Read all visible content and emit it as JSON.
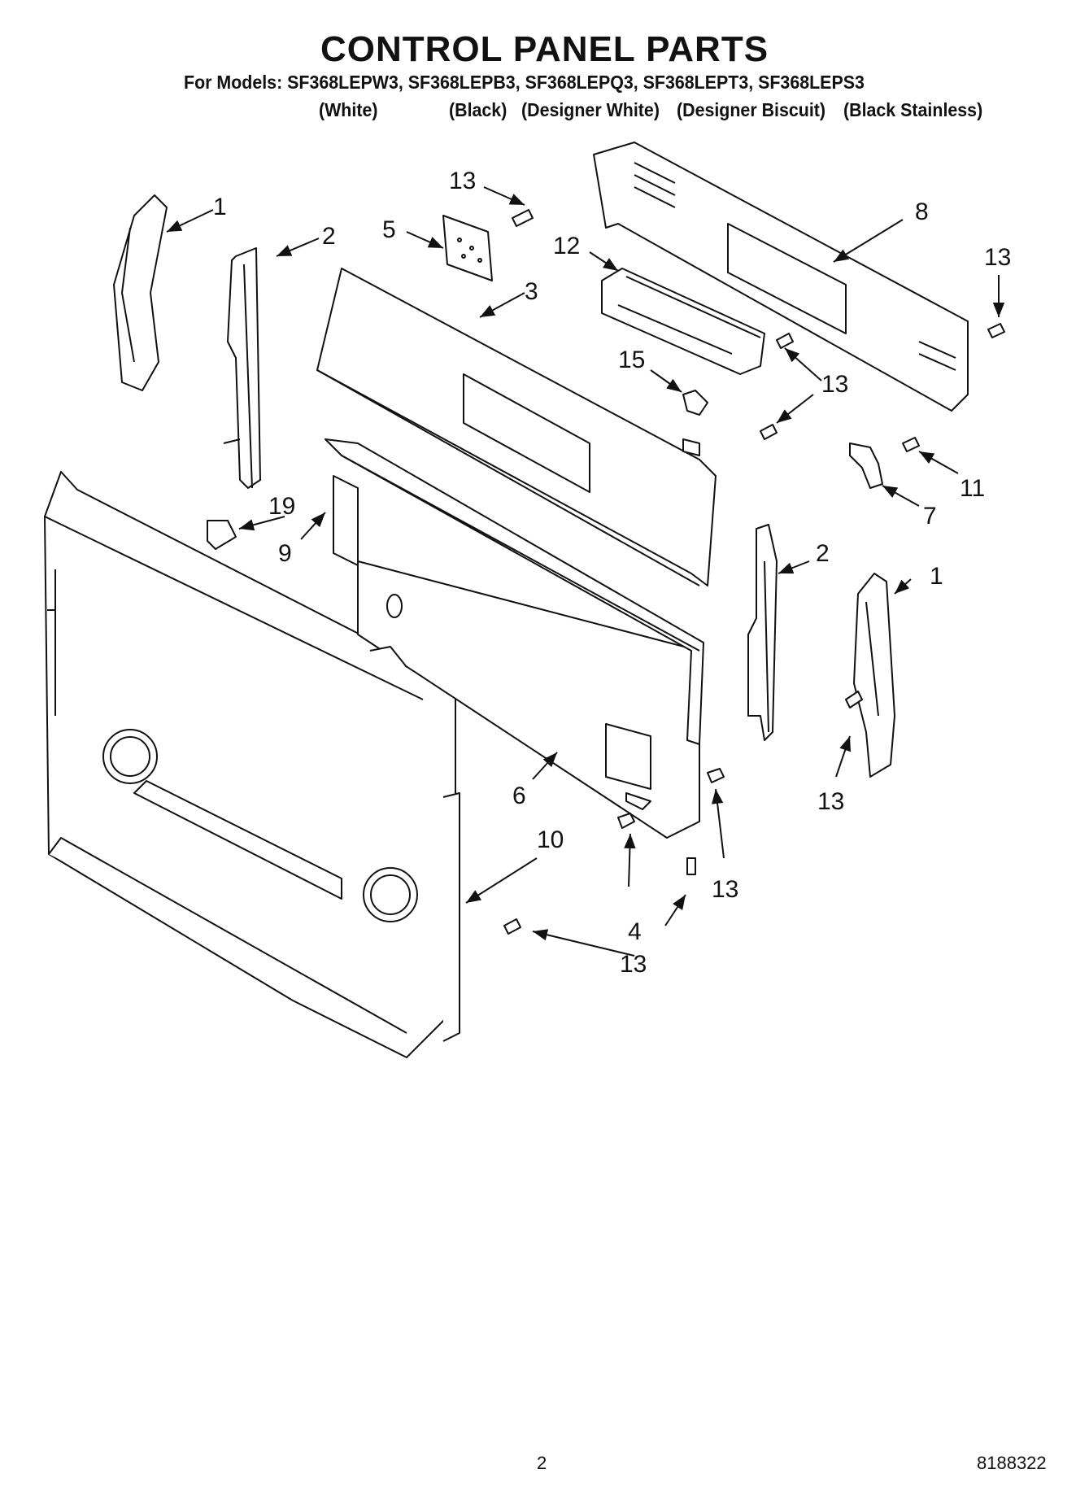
{
  "header": {
    "title": "CONTROL PANEL PARTS",
    "models_line": "For Models: SF368LEPW3, SF368LEPB3, SF368LEPQ3, SF368LEPT3, SF368LEPS3",
    "colors": [
      "(White)",
      "(Black)",
      "(Designer White)",
      "(Designer Biscuit)",
      "(Black Stainless)"
    ]
  },
  "callouts": {
    "c1a": "1",
    "c2a": "2",
    "c13a": "13",
    "c5": "5",
    "c12": "12",
    "c3": "3",
    "c8": "8",
    "c13b": "13",
    "c15": "15",
    "c13c": "13",
    "c11": "11",
    "c7": "7",
    "c19": "19",
    "c9": "9",
    "c2b": "2",
    "c1b": "1",
    "c6": "6",
    "c13d": "13",
    "c13e": "13",
    "c10": "10",
    "c4": "4",
    "c13f": "13"
  },
  "footer": {
    "page_number": "2",
    "doc_number": "8188322"
  }
}
